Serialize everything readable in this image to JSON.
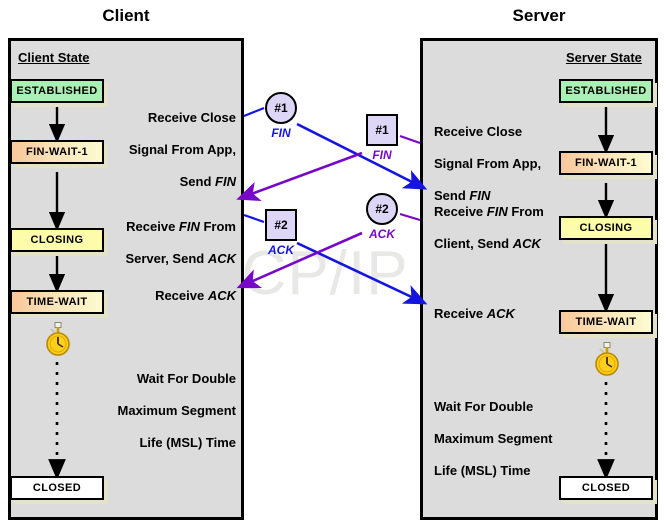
{
  "diagram": {
    "watermark": "The TCP/IP Guide",
    "columns": {
      "client_title": "Client",
      "server_title": "Server"
    }
  },
  "client": {
    "heading": "Client State",
    "states": [
      {
        "label": "ESTABLISHED",
        "color": "#aaf0b4"
      },
      {
        "label": "FIN-WAIT-1",
        "color": "#f8c79a"
      },
      {
        "label": "CLOSING",
        "color": "#fcfcaa"
      },
      {
        "label": "TIME-WAIT",
        "color": "#f8c79a"
      },
      {
        "label": "CLOSED",
        "color": "#ffffff"
      }
    ],
    "events": [
      {
        "line1": "Receive Close",
        "line2": "Signal From App,",
        "line3": "Send ",
        "em3": "FIN"
      },
      {
        "line1": "Receive ",
        "em1": "FIN",
        "line1b": " From",
        "line2": "Server, Send ",
        "em2": "ACK"
      },
      {
        "line1": "Receive ",
        "em1": "ACK"
      },
      {
        "line1": "Wait For Double",
        "line2": "Maximum Segment",
        "line3": "Life (MSL) Time"
      }
    ]
  },
  "server": {
    "heading": "Server State",
    "states": [
      {
        "label": "ESTABLISHED",
        "color": "#aaf0b4"
      },
      {
        "label": "FIN-WAIT-1",
        "color": "#f8c79a"
      },
      {
        "label": "CLOSING",
        "color": "#fcfcaa"
      },
      {
        "label": "TIME-WAIT",
        "color": "#f8c79a"
      },
      {
        "label": "CLOSED",
        "color": "#ffffff"
      }
    ],
    "events": [
      {
        "line1": "Receive Close",
        "line2": "Signal From App,",
        "line3": "Send ",
        "em3": "FIN"
      },
      {
        "line1": "Receive ",
        "em1": "FIN",
        "line1b": " From",
        "line2": "Client, Send ",
        "em2": "ACK"
      },
      {
        "line1": "Receive ",
        "em1": "ACK"
      },
      {
        "line1": "Wait For Double",
        "line2": "Maximum Segment",
        "line3": "Life (MSL) Time"
      }
    ]
  },
  "messages": [
    {
      "id": "client-fin",
      "badge": "#1",
      "label": "FIN",
      "shape": "circle",
      "color": "#1515e0",
      "direction": "client-to-server"
    },
    {
      "id": "server-fin",
      "badge": "#1",
      "label": "FIN",
      "shape": "square",
      "color": "#7808c8",
      "direction": "server-to-client"
    },
    {
      "id": "client-ack",
      "badge": "#2",
      "label": "ACK",
      "shape": "square",
      "color": "#1515e0",
      "direction": "client-to-server"
    },
    {
      "id": "server-ack",
      "badge": "#2",
      "label": "ACK",
      "shape": "circle",
      "color": "#7808c8",
      "direction": "server-to-client"
    }
  ],
  "colors": {
    "panel_bg": "#dcdcdc",
    "client_arrow": "#1515e0",
    "server_arrow": "#7808c8",
    "badge_fill": "#ddd6f7",
    "shadow": "#e4e2c8"
  },
  "icons": {
    "timer": "stopwatch-icon"
  }
}
